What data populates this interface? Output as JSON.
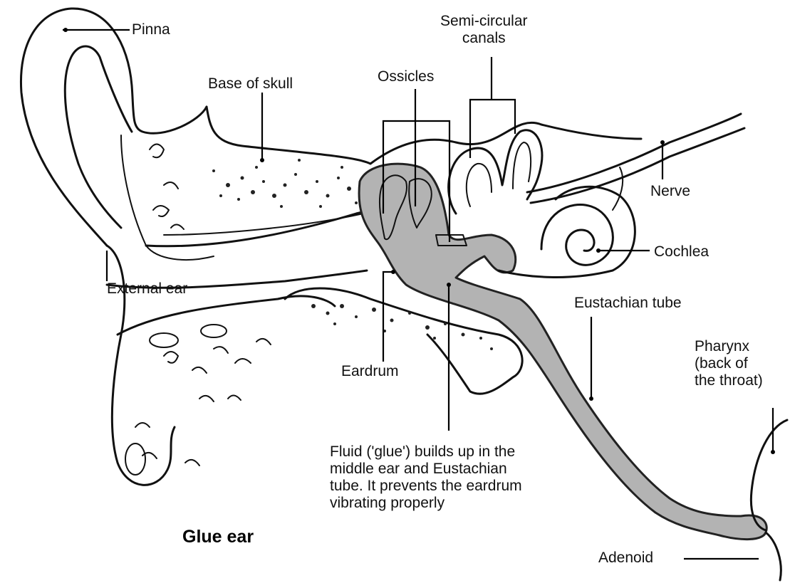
{
  "title": "Glue ear",
  "labels": {
    "pinna": "Pinna",
    "semicircular_canals": "Semi-circular\ncanals",
    "base_of_skull": "Base of skull",
    "ossicles": "Ossicles",
    "nerve": "Nerve",
    "cochlea": "Cochlea",
    "external_ear": "External ear",
    "eustachian_tube": "Eustachian tube",
    "eardrum": "Eardrum",
    "pharynx": "Pharynx\n(back of\nthe throat)",
    "fluid_note": "Fluid ('glue') builds up in the\nmiddle ear and Eustachian\ntube. It prevents the eardrum\nvibrating properly",
    "adenoid": "Adenoid"
  },
  "colors": {
    "fluid": "#b3b3b3",
    "ink": "#111111",
    "background": "#ffffff"
  }
}
